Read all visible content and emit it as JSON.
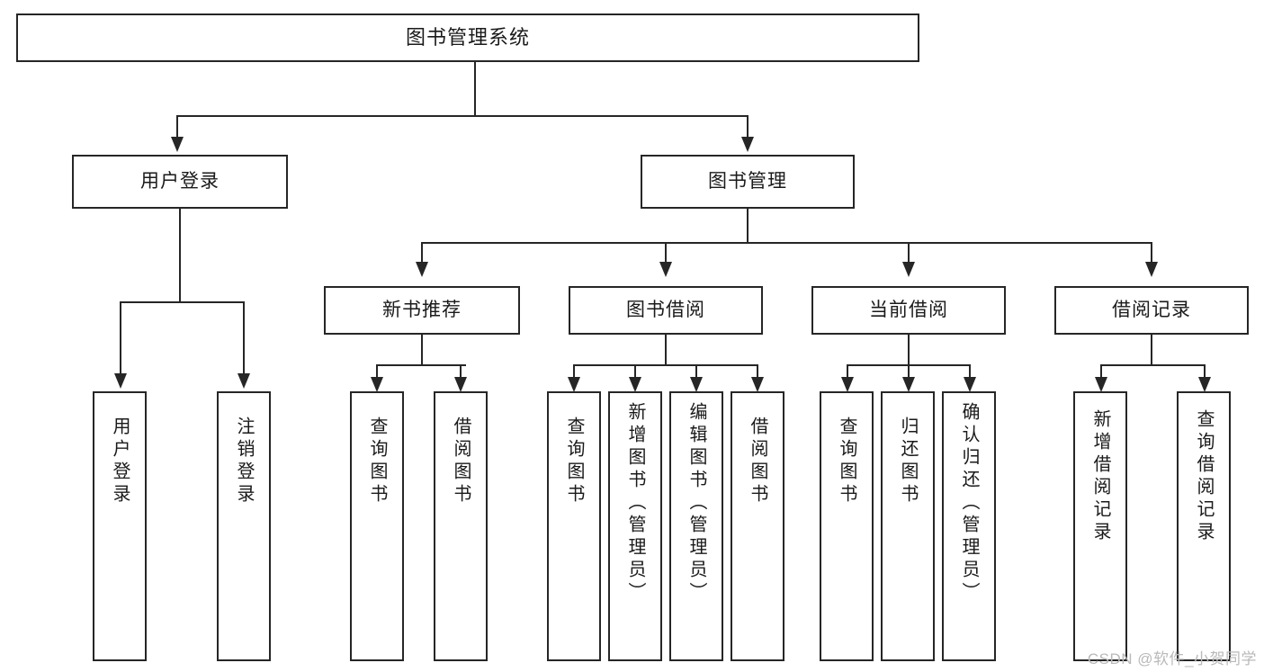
{
  "diagram": {
    "title": "图书管理系统",
    "type": "tree-hierarchy-diagram",
    "colors": {
      "box_border": "#262626",
      "box_fill": "#ffffff",
      "connector": "#262626",
      "text": "#1a1a1a",
      "watermark": "#b9b9b9",
      "background": "#ffffff"
    }
  },
  "root": {
    "label": "图书管理系统"
  },
  "level1": [
    {
      "label": "用户登录"
    },
    {
      "label": "图书管理"
    }
  ],
  "level2": [
    {
      "label": "新书推荐"
    },
    {
      "label": "图书借阅"
    },
    {
      "label": "当前借阅"
    },
    {
      "label": "借阅记录"
    }
  ],
  "leaves": {
    "user_login": [
      {
        "label": "用户登录"
      },
      {
        "label": "注销登录"
      }
    ],
    "new_book_recommend": [
      {
        "label": "查询图书"
      },
      {
        "label": "借阅图书"
      }
    ],
    "book_borrow": [
      {
        "label": "查询图书"
      },
      {
        "label": "新增图书（管理员）"
      },
      {
        "label": "编辑图书（管理员）"
      },
      {
        "label": "借阅图书"
      }
    ],
    "current_borrow": [
      {
        "label": "查询图书"
      },
      {
        "label": "归还图书"
      },
      {
        "label": "确认归还（管理员）"
      }
    ],
    "borrow_record": [
      {
        "label": "新增借阅记录"
      },
      {
        "label": "查询借阅记录"
      }
    ]
  },
  "watermark": {
    "text": "CSDN @软件_小贺同学"
  }
}
